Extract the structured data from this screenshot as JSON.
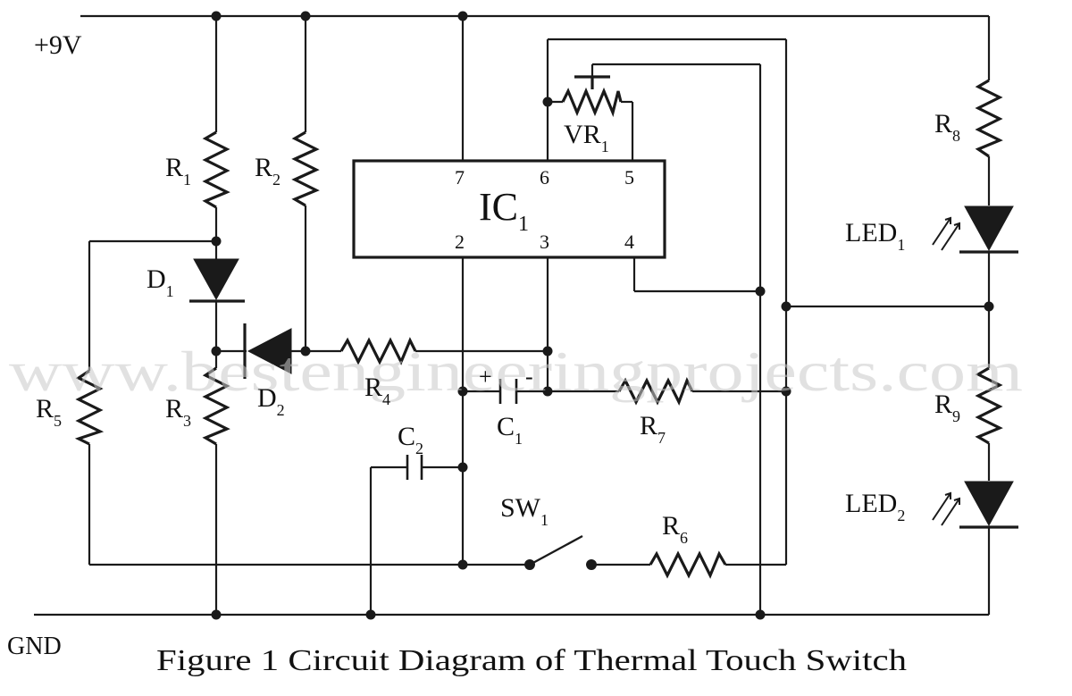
{
  "labels": {
    "supply": "+9V",
    "ground": "GND",
    "ic": {
      "main": "IC",
      "sub": "1"
    },
    "pins": {
      "p7": "7",
      "p6": "6",
      "p5": "5",
      "p2": "2",
      "p3": "3",
      "p4": "4"
    },
    "R1": {
      "main": "R",
      "sub": "1"
    },
    "R2": {
      "main": "R",
      "sub": "2"
    },
    "R3": {
      "main": "R",
      "sub": "3"
    },
    "R4": {
      "main": "R",
      "sub": "4"
    },
    "R5": {
      "main": "R",
      "sub": "5"
    },
    "R6": {
      "main": "R",
      "sub": "6"
    },
    "R7": {
      "main": "R",
      "sub": "7"
    },
    "R8": {
      "main": "R",
      "sub": "8"
    },
    "R9": {
      "main": "R",
      "sub": "9"
    },
    "VR1": {
      "main": "VR",
      "sub": "1"
    },
    "D1": {
      "main": "D",
      "sub": "1"
    },
    "D2": {
      "main": "D",
      "sub": "2"
    },
    "C1": {
      "main": "C",
      "sub": "1"
    },
    "C2": {
      "main": "C",
      "sub": "2"
    },
    "SW1": {
      "main": "SW",
      "sub": "1"
    },
    "LED1": {
      "main": "LED",
      "sub": "1"
    },
    "LED2": {
      "main": "LED",
      "sub": "2"
    },
    "c1_plus": "+",
    "c1_minus": "-"
  },
  "watermark": "www.bestengineeringprojects.com",
  "caption": "Figure 1 Circuit Diagram of Thermal Touch Switch"
}
